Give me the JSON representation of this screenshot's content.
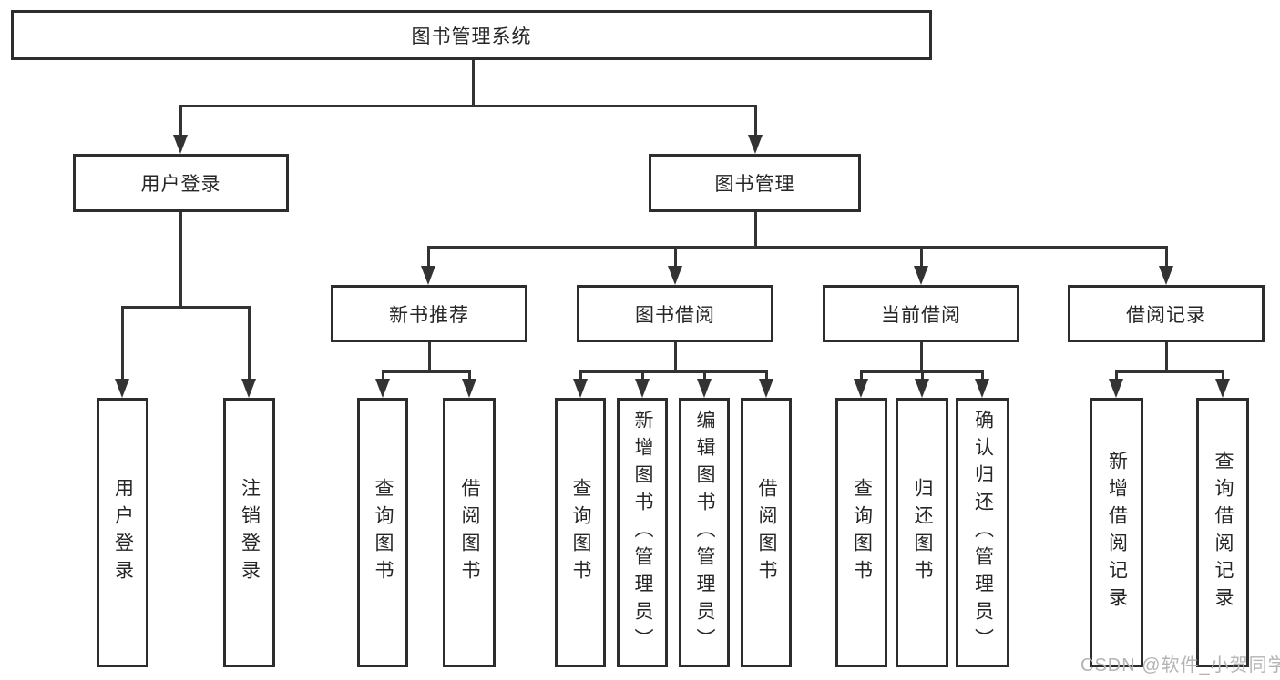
{
  "tree": {
    "label": "图书管理系统",
    "children": [
      {
        "label": "用户登录",
        "children": [
          {
            "label": "用户登录"
          },
          {
            "label": "注销登录"
          }
        ]
      },
      {
        "label": "图书管理",
        "children": [
          {
            "label": "新书推荐",
            "children": [
              {
                "label": "查询图书"
              },
              {
                "label": "借阅图书"
              }
            ]
          },
          {
            "label": "图书借阅",
            "children": [
              {
                "label": "查询图书"
              },
              {
                "label": "新增图书（管理员）"
              },
              {
                "label": "编辑图书（管理员）"
              },
              {
                "label": "借阅图书"
              }
            ]
          },
          {
            "label": "当前借阅",
            "children": [
              {
                "label": "查询图书"
              },
              {
                "label": "归还图书"
              },
              {
                "label": "确认归还（管理员）"
              }
            ]
          },
          {
            "label": "借阅记录",
            "children": [
              {
                "label": "新增借阅记录"
              },
              {
                "label": "查询借阅记录"
              }
            ]
          }
        ]
      }
    ]
  },
  "watermark": "CSDN @软件_小贺同学",
  "colors": {
    "line": "#333333",
    "border": "#2d2d2d",
    "text": "#262626",
    "watermark": "#b4b4b4"
  }
}
